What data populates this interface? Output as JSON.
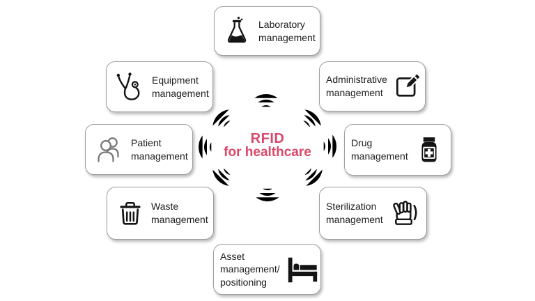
{
  "center": {
    "line1": "RFID",
    "line2": "for healthcare"
  },
  "colors": {
    "accent": "#d9486a",
    "wave": "#949494",
    "icon": "#141414",
    "patient_icon": "#787878",
    "node_border": "#9e9e9e"
  },
  "waves": {
    "count": 8,
    "arcs_per_wave": 3
  },
  "nodes": [
    {
      "id": "laboratory-management",
      "lines": [
        "Laboratory",
        "management"
      ],
      "icon": "flask-icon",
      "icon_side": "left"
    },
    {
      "id": "equipment-management",
      "lines": [
        "Equipment",
        "management"
      ],
      "icon": "stethoscope-icon",
      "icon_side": "left"
    },
    {
      "id": "administrative-management",
      "lines": [
        "Administrative",
        "management"
      ],
      "icon": "edit-icon",
      "icon_side": "right"
    },
    {
      "id": "patient-management",
      "lines": [
        "Patient",
        "management"
      ],
      "icon": "patients-icon",
      "icon_side": "left"
    },
    {
      "id": "drug-management",
      "lines": [
        "Drug",
        "management"
      ],
      "icon": "medicine-bottle-icon",
      "icon_side": "right"
    },
    {
      "id": "waste-management",
      "lines": [
        "Waste",
        "management"
      ],
      "icon": "trash-icon",
      "icon_side": "left"
    },
    {
      "id": "sterilization-management",
      "lines": [
        "Sterilization",
        "management"
      ],
      "icon": "glove-icon",
      "icon_side": "right"
    },
    {
      "id": "asset-management-positioning",
      "lines": [
        "Asset",
        "management/",
        "positioning"
      ],
      "icon": "bed-icon",
      "icon_side": "right"
    }
  ]
}
